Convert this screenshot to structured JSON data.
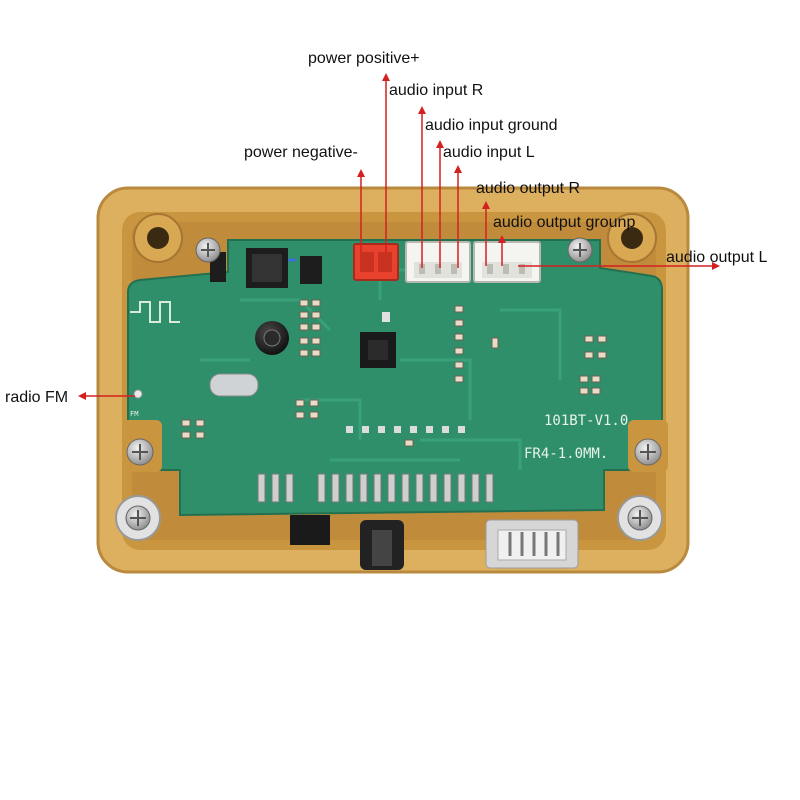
{
  "labels": {
    "power_positive": "power positive+",
    "audio_input_r": "audio input R",
    "audio_input_ground": "audio input ground",
    "power_negative": "power negative-",
    "audio_input_l": "audio input L",
    "audio_output_r": "audio output R",
    "audio_output_ground": "audio output  grounp",
    "audio_output_l": "audio output L",
    "radio_fm": "radio FM"
  },
  "board": {
    "model": "101BT-V1.0",
    "spec": "FR4-1.0MM."
  },
  "colors": {
    "arrow": "#d42020",
    "pcb": "#2f8f6a",
    "case": "#e0b060",
    "connector_red": "#e8422e",
    "connector_white": "#f4f4f0"
  }
}
